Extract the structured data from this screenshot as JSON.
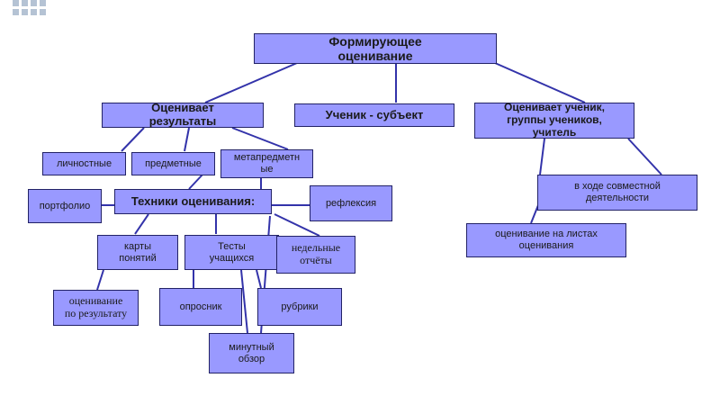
{
  "nodes": {
    "root": "Формирующее\nоценивание",
    "evaluates_results": "Оценивает\nрезультаты",
    "student_subject": "Ученик - субъект",
    "evaluates_student": "Оценивает ученик,\nгруппы учеников,\nучитель",
    "personal": "личностные",
    "subject": "предметные",
    "metasubject": "метапредметн\nые",
    "portfolio": "портфолио",
    "techniques": "Техники оценивания:",
    "reflection": "рефлексия",
    "joint_activity": "в ходе совместной\nдеятельности",
    "eval_sheets": "оценивание на листах\nоценивания",
    "concept_maps": "карты\nпонятий",
    "student_tests": "Тесты\nучащихся",
    "weekly_reports": "недельные\nотчёты",
    "result_eval": "оценивание\nпо результату",
    "survey": "опросник",
    "rubrics": "рубрики",
    "minute_review": "минутный\nобзор"
  },
  "colors": {
    "node_fill": "#9999ff",
    "node_border": "#222266",
    "line": "#3333aa",
    "deco": "#b5c3d4"
  }
}
